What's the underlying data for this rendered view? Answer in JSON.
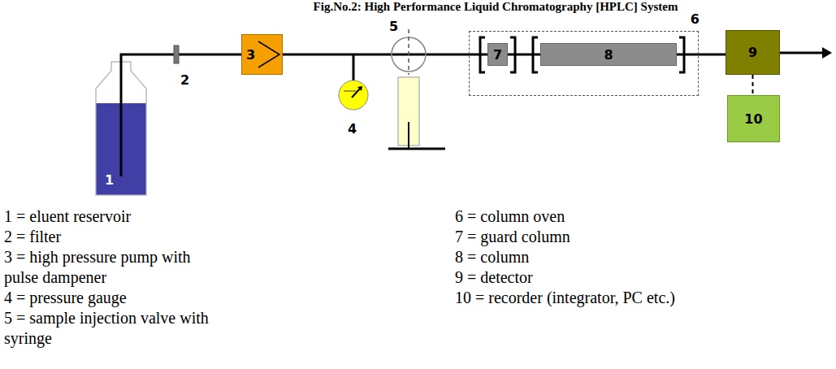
{
  "diagram": {
    "title": "Fig.No.2: High Performance Liquid Chromatography [HPLC] System",
    "nodes": [
      {
        "text": [
          "1"
        ]
      },
      {
        "text": [
          "3"
        ]
      },
      {
        "text": [
          "6"
        ]
      },
      {
        "text": [
          "7"
        ],
        "in": 2
      },
      {
        "text": [
          "8"
        ],
        "in": 2
      },
      {
        "text": [
          "9"
        ]
      },
      {
        "text": [
          "10"
        ]
      }
    ],
    "edges": [
      {
        "from": 0,
        "to": 1,
        "arrow": "none"
      },
      {
        "from": 1,
        "to": 3,
        "arrow": "none"
      },
      {
        "from": 3,
        "to": 4,
        "arrow": "none"
      },
      {
        "from": 4,
        "to": 5,
        "arrow": "none"
      },
      {
        "from": 5,
        "to": 6,
        "arrow": "none"
      }
    ],
    "labels": [
      "2",
      "4",
      "5",
      "1 = eluent reservoir",
      "2 = filter",
      "3 = high pressure pump with pulse dampener",
      "4 = pressure gauge",
      "5 = sample injection valve with syringe",
      "6 = column oven",
      "7 = guard column",
      "8 = column",
      "9 = detector",
      "10 = recorder (integrator, PC etc.)"
    ]
  }
}
